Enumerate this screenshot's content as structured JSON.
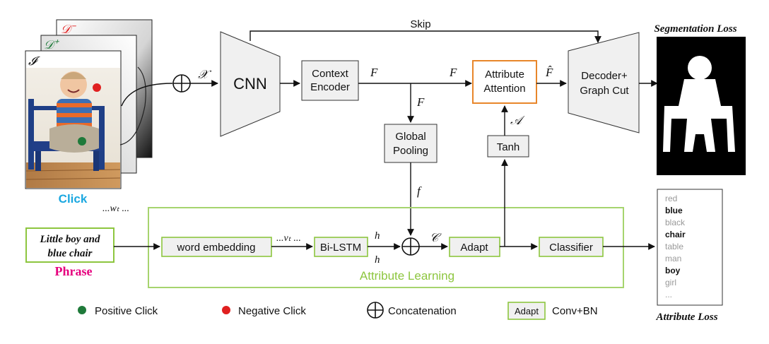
{
  "encoder": {
    "cnn_label": "CNN",
    "skip_label": "Skip",
    "x_symbol": "𝒳",
    "context_encoder": [
      "Context",
      "Encoder"
    ],
    "f_symbol": "F",
    "attribute_attention": [
      "Attribute",
      "Attention"
    ],
    "f_hat_symbol": "F̂",
    "decoder": [
      "Decoder+",
      "Graph Cut"
    ],
    "segmentation_loss": "Segmentation Loss",
    "global_pooling": [
      "Global",
      "Pooling"
    ],
    "small_f_symbol": "f",
    "tanh_label": "Tanh",
    "a_symbol": "𝒜"
  },
  "inputs": {
    "image_symbol": "𝓘",
    "d_plus_symbol": "𝒟⁺",
    "d_minus_symbol": "𝒟⁻",
    "click_label": "Click",
    "phrase_text": [
      "Little boy and",
      "blue chair"
    ],
    "phrase_label": "Phrase",
    "w_symbol": "...wₜ ...",
    "v_symbol": "...vₜ ..."
  },
  "attribute_learning": {
    "title": "Attribute Learning",
    "word_embedding": "word embedding",
    "bilstm": "Bi-LSTM",
    "h_forward": "h⃗",
    "h_backward": "h⃖",
    "c_symbol": "𝒞",
    "adapt": "Adapt",
    "classifier": "Classifier"
  },
  "attribute_list": {
    "items": [
      {
        "text": "red",
        "bold": false
      },
      {
        "text": "blue",
        "bold": true
      },
      {
        "text": "black",
        "bold": false
      },
      {
        "text": "chair",
        "bold": true
      },
      {
        "text": "table",
        "bold": false
      },
      {
        "text": "man",
        "bold": false
      },
      {
        "text": "boy",
        "bold": true
      },
      {
        "text": "girl",
        "bold": false
      },
      {
        "text": "...",
        "bold": false
      }
    ],
    "loss_label": "Attribute Loss"
  },
  "legend": {
    "positive": "Positive Click",
    "negative": "Negative Click",
    "concat": "Concatenation",
    "adapt_box": "Adapt",
    "adapt_desc": "Conv+BN"
  },
  "colors": {
    "gray_box": "#f0f0f0",
    "attention_border": "#e8862a",
    "green_border": "#8dc63f",
    "click_blue": "#1aa7e0",
    "phrase_magenta": "#e6007e",
    "positive_green": "#1f7a3a",
    "negative_red": "#e02020"
  }
}
